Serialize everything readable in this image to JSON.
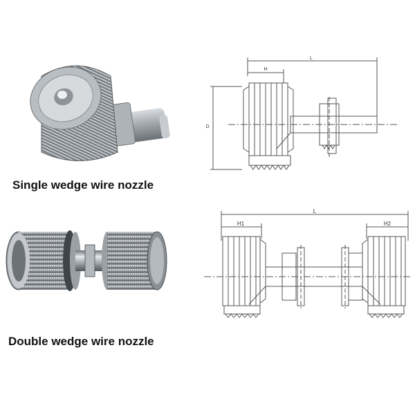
{
  "products": [
    {
      "caption": "Single wedge wire nozzle",
      "dimensions": {
        "length": "L",
        "height": "H",
        "diameter": "D"
      }
    },
    {
      "caption": "Double wedge wire nozzle",
      "dimensions": {
        "length": "L",
        "height_1": "H1",
        "height_2": "H2"
      }
    }
  ]
}
